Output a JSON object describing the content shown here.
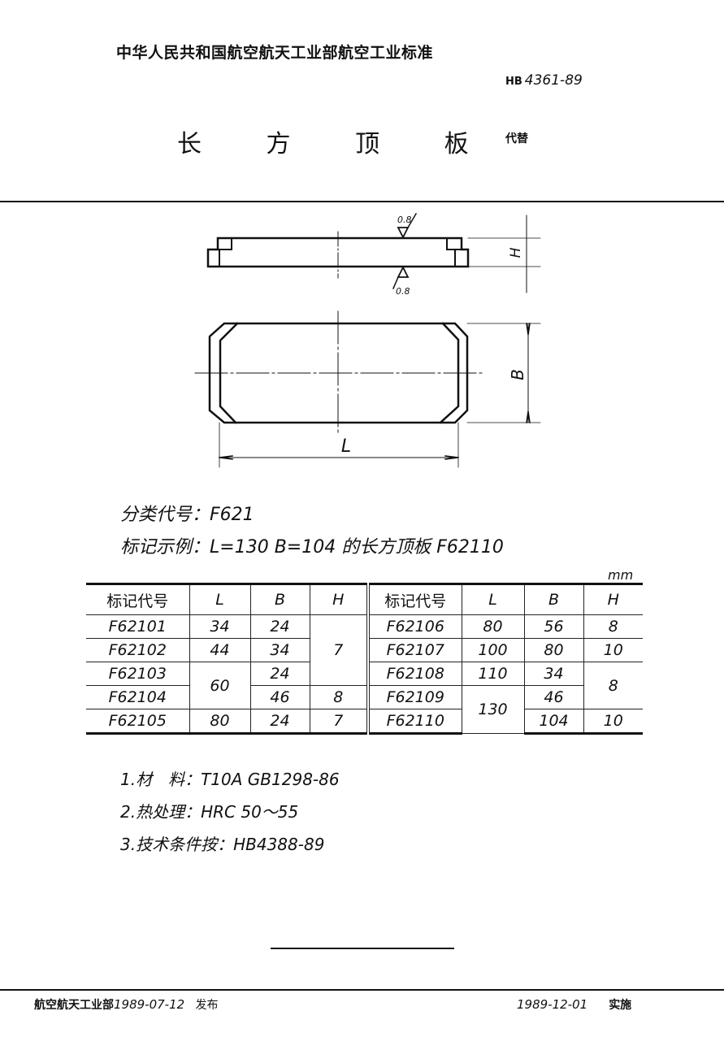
{
  "header": {
    "organization": "中华人民共和国航空航天工业部航空工业标准",
    "standard_prefix": "HB",
    "standard_number": "4361-89",
    "title": "长 方 顶 板",
    "replaces_label": "代替"
  },
  "drawing": {
    "side_view": {
      "roughness_top": "0.8",
      "roughness_bottom": "0.8",
      "dim_label_height": "H"
    },
    "top_view": {
      "dim_label_width": "B",
      "dim_label_length": "L"
    }
  },
  "classification": {
    "label": "分类代号：",
    "code": "F621"
  },
  "marking_example": {
    "label": "标记示例：",
    "text": "L=130  B=104 的长方顶板  F62110"
  },
  "table": {
    "unit": "mm",
    "headers": [
      "标记代号",
      "L",
      "B",
      "H",
      "标记代号",
      "L",
      "B",
      "H"
    ],
    "left_rows": [
      {
        "code": "F62101",
        "L": "34",
        "B": "24",
        "H": "7"
      },
      {
        "code": "F62102",
        "L": "44",
        "B": "34",
        "H": "7"
      },
      {
        "code": "F62103",
        "L": "60",
        "B": "24",
        "H": "7"
      },
      {
        "code": "F62104",
        "L": "60",
        "B": "46",
        "H": "8"
      },
      {
        "code": "F62105",
        "L": "80",
        "B": "24",
        "H": "7"
      }
    ],
    "right_rows": [
      {
        "code": "F62106",
        "L": "80",
        "B": "56",
        "H": "8"
      },
      {
        "code": "F62107",
        "L": "100",
        "B": "80",
        "H": "10"
      },
      {
        "code": "F62108",
        "L": "110",
        "B": "34",
        "H": "8"
      },
      {
        "code": "F62109",
        "L": "130",
        "B": "46",
        "H": "8"
      },
      {
        "code": "F62110",
        "L": "130",
        "B": "104",
        "H": "10"
      }
    ]
  },
  "notes": [
    {
      "num": "1.",
      "label": "材　料：",
      "value": "T10A  GB1298-86"
    },
    {
      "num": "2.",
      "label": "热处理：",
      "value": "HRC 50～55"
    },
    {
      "num": "3.",
      "label": "技术条件按：",
      "value": "HB4388-89"
    }
  ],
  "footer": {
    "issuer": "航空航天工业部",
    "issue_date": "1989-07-12",
    "issue_label": "发布",
    "effective_date": "1989-12-01",
    "effective_label": "实施"
  }
}
